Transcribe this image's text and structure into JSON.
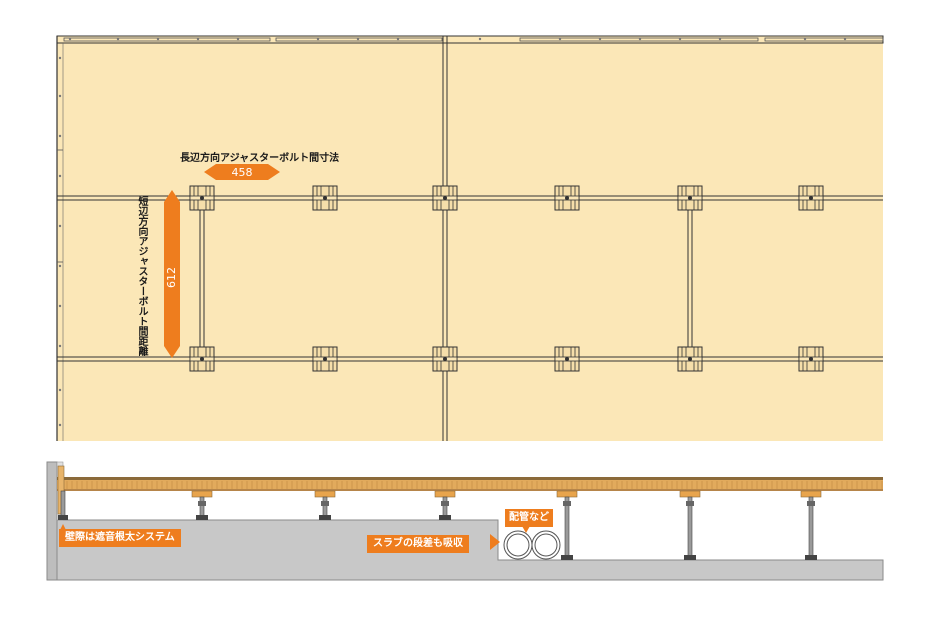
{
  "labels": {
    "long_side_pitch": "長辺方向アジャスターボルト間寸法",
    "short_side_pitch": "短辺方向アジャスターボルト間距離",
    "long_value": "458",
    "short_value": "612",
    "wall_system": "壁際は遮音根太システム",
    "slab_step": "スラブの段差も吸収",
    "piping": "配管など"
  },
  "colors": {
    "panel": "#fbe7b7",
    "panel_edge": "#333333",
    "accent": "#ee7d1e",
    "slab": "#c8c8c8",
    "slab_dark": "#9e9e9e",
    "floor_board": "#d9a25a"
  }
}
